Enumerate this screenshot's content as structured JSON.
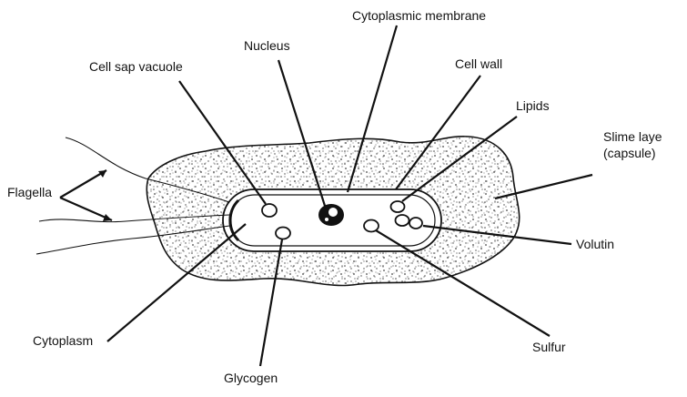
{
  "labels": {
    "cytoplasmic_membrane": "Cytoplasmic membrane",
    "nucleus": "Nucleus",
    "cell_sap_vacuole": "Cell sap vacuole",
    "cell_wall": "Cell wall",
    "lipids": "Lipids",
    "slime_layer_line1": "Slime laye",
    "slime_layer_line2": "(capsule)",
    "flagella": "Flagella",
    "volutin": "Volutin",
    "cytoplasm": "Cytoplasm",
    "sulfur": "Sulfur",
    "glycogen": "Glycogen"
  },
  "colors": {
    "ink": "#111111",
    "stipple": "#444444",
    "background": "#ffffff"
  }
}
